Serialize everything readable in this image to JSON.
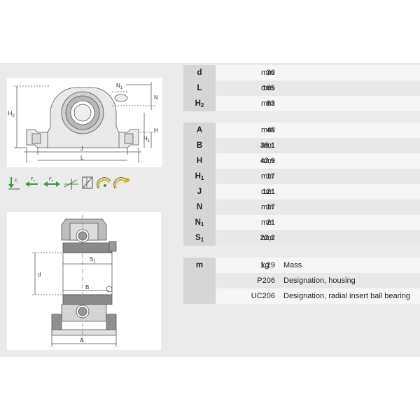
{
  "group1": [
    {
      "sym": "d",
      "sub": "",
      "value": "30",
      "unit": "mm"
    },
    {
      "sym": "L",
      "sub": "",
      "value": "165",
      "unit": "mm"
    },
    {
      "sym": "H",
      "sub": "2",
      "value": "83",
      "unit": "mm"
    }
  ],
  "group2": [
    {
      "sym": "A",
      "sub": "",
      "value": "48",
      "unit": "mm"
    },
    {
      "sym": "B",
      "sub": "",
      "value": "38,1",
      "unit": "mm"
    },
    {
      "sym": "H",
      "sub": "",
      "value": "42,9",
      "unit": "mm"
    },
    {
      "sym": "H",
      "sub": "1",
      "value": "17",
      "unit": "mm"
    },
    {
      "sym": "J",
      "sub": "",
      "value": "121",
      "unit": "mm"
    },
    {
      "sym": "N",
      "sub": "",
      "value": "17",
      "unit": "mm"
    },
    {
      "sym": "N",
      "sub": "1",
      "value": "21",
      "unit": "mm"
    },
    {
      "sym": "S",
      "sub": "1",
      "value": "22,2",
      "unit": "mm"
    }
  ],
  "group3": [
    {
      "sym": "m",
      "value": "1,29",
      "unit": "kg",
      "desc": "Mass"
    },
    {
      "sym": "",
      "value": "P206",
      "unit": "",
      "desc": "Designation, housing"
    },
    {
      "sym": "",
      "value": "UC206",
      "unit": "",
      "desc": "Designation, radial insert ball bearing"
    }
  ],
  "drawing_top": {
    "labels": {
      "h2": "H",
      "h2_sub": "2",
      "n1": "N",
      "n1_sub": "1",
      "n": "N",
      "h": "H",
      "h1": "H",
      "h1_sub": "1",
      "j": "J",
      "l": "L"
    }
  },
  "drawing_section": {
    "labels": {
      "s1": "S",
      "s1_sub": "1",
      "d": "d",
      "b": "B",
      "a": "A"
    }
  },
  "icons": {
    "labels": [
      "F",
      "F",
      "F"
    ],
    "subs": [
      "r",
      "a",
      "a"
    ],
    "names": [
      "radial-load-icon",
      "axial-load-left-icon",
      "axial-load-both-icon",
      "misalignment-icon",
      "tilt-icon",
      "seal-icon",
      "relubrication-icon"
    ]
  }
}
